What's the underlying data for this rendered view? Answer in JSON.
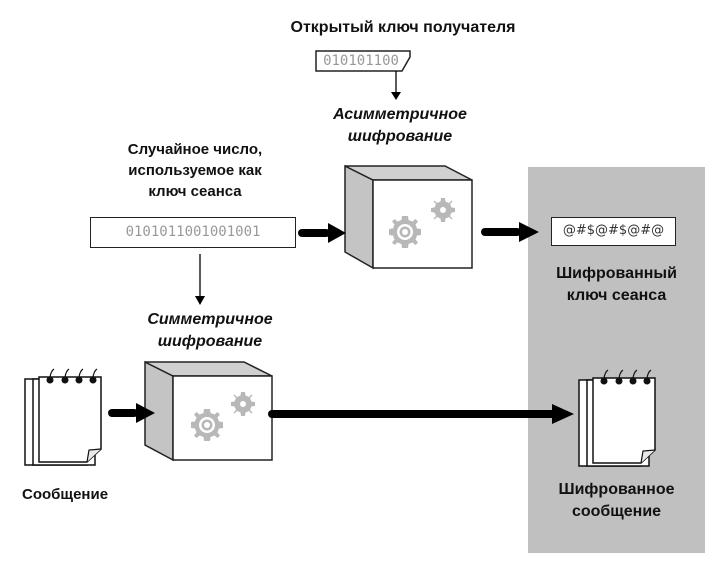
{
  "labels": {
    "public_key_title": "Открытый ключ получателя",
    "public_key_value": "010101100",
    "asym_line1": "Асимметричное",
    "asym_line2": "шифрование",
    "random_line1": "Случайное число,",
    "random_line2": "используемое как",
    "random_line3": "ключ сеанса",
    "session_key_value": "0101011001001001",
    "encrypted_key_value": "@#$@#$@#@",
    "enc_key_line1": "Шифрованный",
    "enc_key_line2": "ключ сеанса",
    "sym_line1": "Симметричное",
    "sym_line2": "шифрование",
    "message": "Сообщение",
    "enc_msg_line1": "Шифрованное",
    "enc_msg_line2": "сообщение"
  },
  "colors": {
    "panel": "#c0c0c0",
    "gear": "#b8b8b8",
    "cube_side": "#c4c4c4",
    "binary_text": "#999999",
    "arrow": "#000000"
  },
  "icons": {
    "encryption_engine": "cube-with-gears",
    "document": "spiral-notepad"
  }
}
